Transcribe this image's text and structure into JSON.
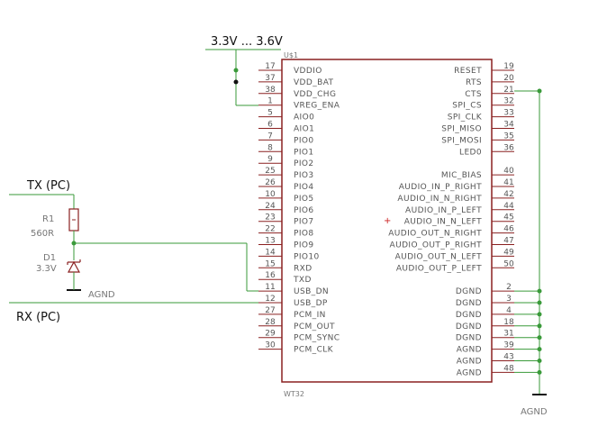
{
  "supply_label": "3.3V ... 3.6V",
  "part_name": "U$1",
  "part_value": "WT32",
  "tx_label": "TX (PC)",
  "rx_label": "RX (PC)",
  "r1": {
    "name": "R1",
    "value": "560R"
  },
  "d1": {
    "name": "D1",
    "value": "3.3V"
  },
  "agnd_left": "AGND",
  "agnd_right": "AGND",
  "left_pins": [
    {
      "num": "17",
      "name": "VDDIO"
    },
    {
      "num": "37",
      "name": "VDD_BAT"
    },
    {
      "num": "38",
      "name": "VDD_CHG"
    },
    {
      "num": "1",
      "name": "VREG_ENA"
    },
    {
      "num": "5",
      "name": "AIO0"
    },
    {
      "num": "6",
      "name": "AIO1"
    },
    {
      "num": "7",
      "name": "PIO0"
    },
    {
      "num": "8",
      "name": "PIO1"
    },
    {
      "num": "9",
      "name": "PIO2"
    },
    {
      "num": "25",
      "name": "PIO3"
    },
    {
      "num": "26",
      "name": "PIO4"
    },
    {
      "num": "10",
      "name": "PIO5"
    },
    {
      "num": "24",
      "name": "PIO6"
    },
    {
      "num": "23",
      "name": "PIO7"
    },
    {
      "num": "22",
      "name": "PIO8"
    },
    {
      "num": "13",
      "name": "PIO9"
    },
    {
      "num": "14",
      "name": "PIO10"
    },
    {
      "num": "15",
      "name": "RXD"
    },
    {
      "num": "16",
      "name": "TXD"
    },
    {
      "num": "11",
      "name": "USB_DN"
    },
    {
      "num": "12",
      "name": "USB_DP"
    },
    {
      "num": "27",
      "name": "PCM_IN"
    },
    {
      "num": "28",
      "name": "PCM_OUT"
    },
    {
      "num": "29",
      "name": "PCM_SYNC"
    },
    {
      "num": "30",
      "name": "PCM_CLK"
    }
  ],
  "right_pins": [
    {
      "num": "19",
      "name": "RESET"
    },
    {
      "num": "20",
      "name": "RTS"
    },
    {
      "num": "21",
      "name": "CTS"
    },
    {
      "num": "32",
      "name": "SPI_CS"
    },
    {
      "num": "33",
      "name": "SPI_CLK"
    },
    {
      "num": "34",
      "name": "SPI_MISO"
    },
    {
      "num": "35",
      "name": "SPI_MOSI"
    },
    {
      "num": "36",
      "name": "LED0"
    },
    {
      "num": "40",
      "name": "MIC_BIAS"
    },
    {
      "num": "41",
      "name": "AUDIO_IN_P_RIGHT"
    },
    {
      "num": "42",
      "name": "AUDIO_IN_N_RIGHT"
    },
    {
      "num": "44",
      "name": "AUDIO_IN_P_LEFT"
    },
    {
      "num": "45",
      "name": "AUDIO_IN_N_LEFT"
    },
    {
      "num": "46",
      "name": "AUDIO_OUT_N_RIGHT"
    },
    {
      "num": "47",
      "name": "AUDIO_OUT_P_RIGHT"
    },
    {
      "num": "49",
      "name": "AUDIO_OUT_N_LEFT"
    },
    {
      "num": "50",
      "name": "AUDIO_OUT_P_LEFT"
    },
    {
      "num": "2",
      "name": "DGND"
    },
    {
      "num": "3",
      "name": "DGND"
    },
    {
      "num": "4",
      "name": "DGND"
    },
    {
      "num": "18",
      "name": "DGND"
    },
    {
      "num": "31",
      "name": "DGND"
    },
    {
      "num": "39",
      "name": "AGND"
    },
    {
      "num": "43",
      "name": "AGND"
    },
    {
      "num": "48",
      "name": "AGND"
    }
  ],
  "colors": {
    "wire": "#3a9a3a",
    "part": "#8a2020",
    "text": "#555555"
  }
}
